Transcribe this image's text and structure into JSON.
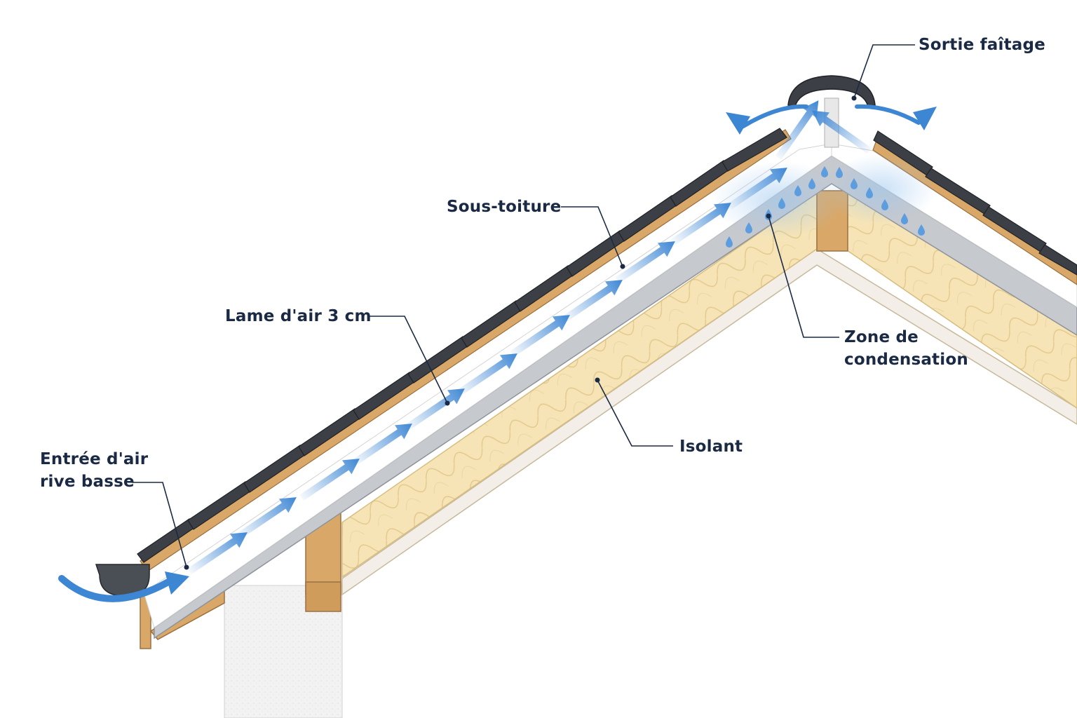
{
  "labels": {
    "sortie_faitage": "Sortie faîtage",
    "sous_toiture": "Sous-toiture",
    "lame_air": "Lame d'air 3 cm",
    "zone_condensation_l1": "Zone de",
    "zone_condensation_l2": "condensation",
    "isolant": "Isolant",
    "entree_air_l1": "Entrée d'air",
    "entree_air_l2": "rive basse"
  },
  "colors": {
    "text": "#1b2a44",
    "tile": "#3c4046",
    "batten": "#d9a868",
    "airflow": "#4a8fd6",
    "insulation": "#f5e3b5",
    "membrane": "#a9adb3",
    "wall": "#f1f1f1"
  },
  "icons": [
    "ridge-vent-icon",
    "gutter-icon",
    "airflow-arrow-icon",
    "condensation-drop-icon"
  ]
}
